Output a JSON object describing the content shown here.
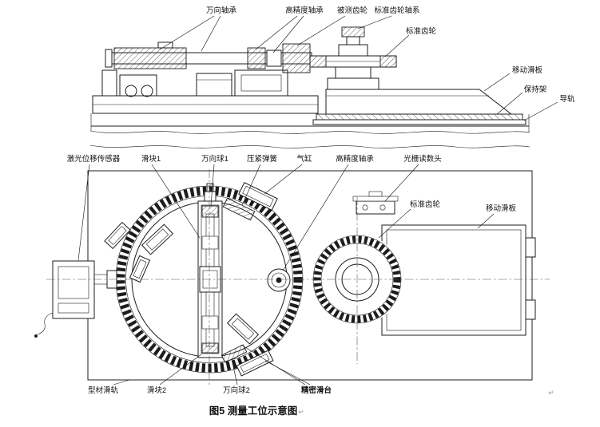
{
  "figure": {
    "caption": "图5 测量工位示意图",
    "return_mark": "↵"
  },
  "top_labels": {
    "universal_bearing": "万向轴承",
    "precision_bearing": "高精度轴承",
    "measured_gear": "被测齿轮",
    "standard_gear_shaft": "标准齿轮轴系",
    "standard_gear": "标准齿轮",
    "moving_slide": "移动滑板",
    "cage": "保持架",
    "guide_rail": "导轨"
  },
  "bottom_labels": {
    "laser_sensor": "激光位移传感器",
    "slider_1": "滑块1",
    "universal_ball_1": "万向球1",
    "compression_spring": "压紧弹簧",
    "air_cylinder": "气缸",
    "precision_bearing": "高精度轴承",
    "grating_reader": "光栅读数头",
    "standard_gear": "标准齿轮",
    "moving_slide": "移动滑板",
    "profile_rail": "型材滑轨",
    "slider_2": "滑块2",
    "universal_ball_2": "万向球2",
    "precision_stage": "精密滑台"
  }
}
